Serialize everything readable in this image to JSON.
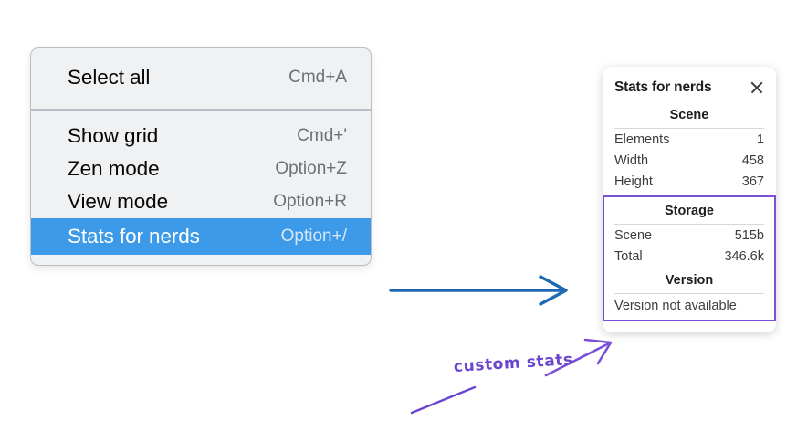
{
  "context_menu": {
    "name": "canvas-context-menu",
    "groups": [
      {
        "items": [
          {
            "label": "Select all",
            "shortcut": "Cmd+A",
            "selected": false
          }
        ]
      },
      {
        "items": [
          {
            "label": "Show grid",
            "shortcut": "Cmd+'",
            "selected": false
          },
          {
            "label": "Zen mode",
            "shortcut": "Option+Z",
            "selected": false
          },
          {
            "label": "View mode",
            "shortcut": "Option+R",
            "selected": false
          },
          {
            "label": "Stats for nerds",
            "shortcut": "Option+/",
            "selected": true
          }
        ]
      }
    ],
    "highlight_color": "#3d9ae8"
  },
  "stats_panel": {
    "title": "Stats for nerds",
    "close_icon": "close-icon",
    "sections": [
      {
        "title": "Scene",
        "rows": [
          {
            "key": "Elements",
            "value": "1"
          },
          {
            "key": "Width",
            "value": "458"
          },
          {
            "key": "Height",
            "value": "367"
          }
        ]
      },
      {
        "title": "Storage",
        "highlighted": true,
        "rows": [
          {
            "key": "Scene",
            "value": "515b"
          },
          {
            "key": "Total",
            "value": "346.6k"
          }
        ]
      },
      {
        "title": "Version",
        "highlighted": true,
        "plain_text": "Version not available"
      }
    ],
    "highlight_border_color": "#7a4fd6"
  },
  "annotations": {
    "flow_arrow": {
      "name": "blue-flow-arrow",
      "color": "#1d6ab3"
    },
    "callout": {
      "text": "custom stats",
      "color": "#6a45d0"
    }
  }
}
